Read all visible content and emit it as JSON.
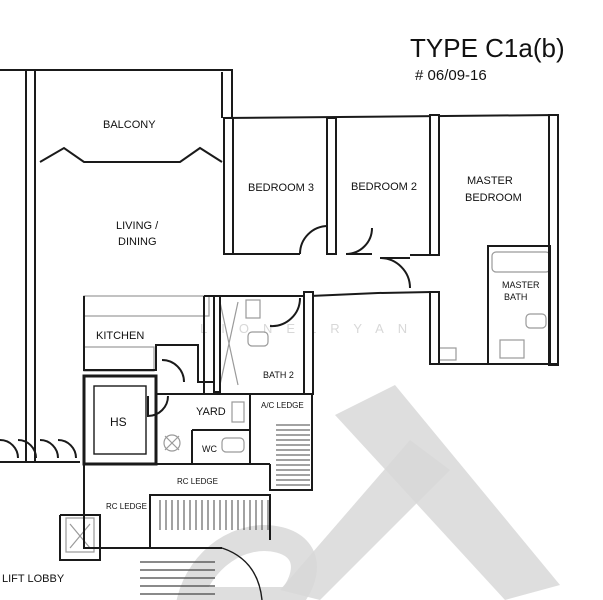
{
  "plan": {
    "title": "TYPE C1a(b)",
    "units": "# 06/09-16",
    "rooms": {
      "balcony": "BALCONY",
      "living_line1": "LIVING /",
      "living_line2": "DINING",
      "bedroom3": "BEDROOM 3",
      "bedroom2": "BEDROOM 2",
      "master_line1": "MASTER",
      "master_line2": "BEDROOM",
      "master_bath_line1": "MASTER",
      "master_bath_line2": "BATH",
      "kitchen": "KITCHEN",
      "bath2": "BATH 2",
      "hs": "HS",
      "yard": "YARD",
      "wc": "WC",
      "ac_ledge": "A/C LEDGE",
      "rc_ledge_upper": "RC LEDGE",
      "rc_ledge_lower": "RC LEDGE",
      "lift_lobby": "LIFT LOBBY"
    },
    "watermark_strip": "LIONELRYAN",
    "watermark_mark": "X",
    "colors": {
      "wall": "#1a1a1a",
      "light_line": "#9a9a9a",
      "watermark": "#d4d4d4"
    }
  }
}
